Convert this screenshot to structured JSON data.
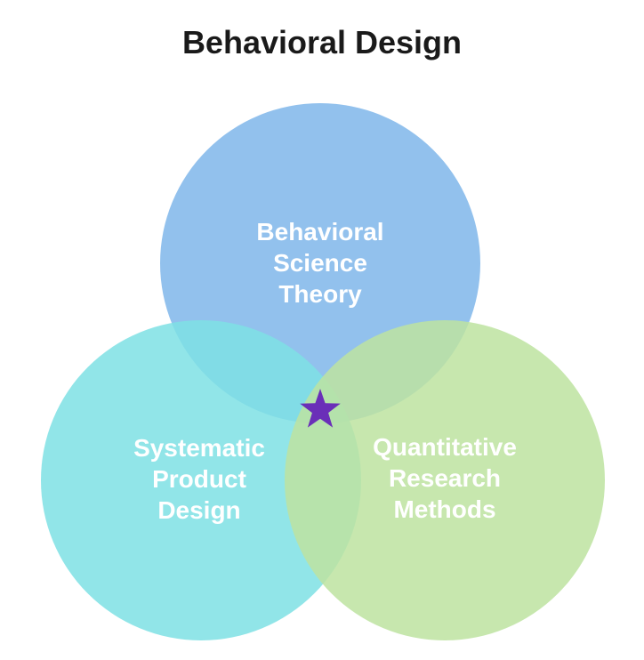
{
  "title": "Behavioral Design",
  "circles": [
    {
      "id": "top",
      "label_lines": [
        "Behavioral",
        "Science",
        "Theory"
      ],
      "color": "#7fb6ea"
    },
    {
      "id": "left",
      "label_lines": [
        "Systematic",
        "Product",
        "Design"
      ],
      "color": "#7ee0e4"
    },
    {
      "id": "right",
      "label_lines": [
        "Quantitative",
        "Research",
        "Methods"
      ],
      "color": "#bde3a0"
    }
  ],
  "center_marker": {
    "icon": "star-icon",
    "color": "#6a2fb8"
  }
}
